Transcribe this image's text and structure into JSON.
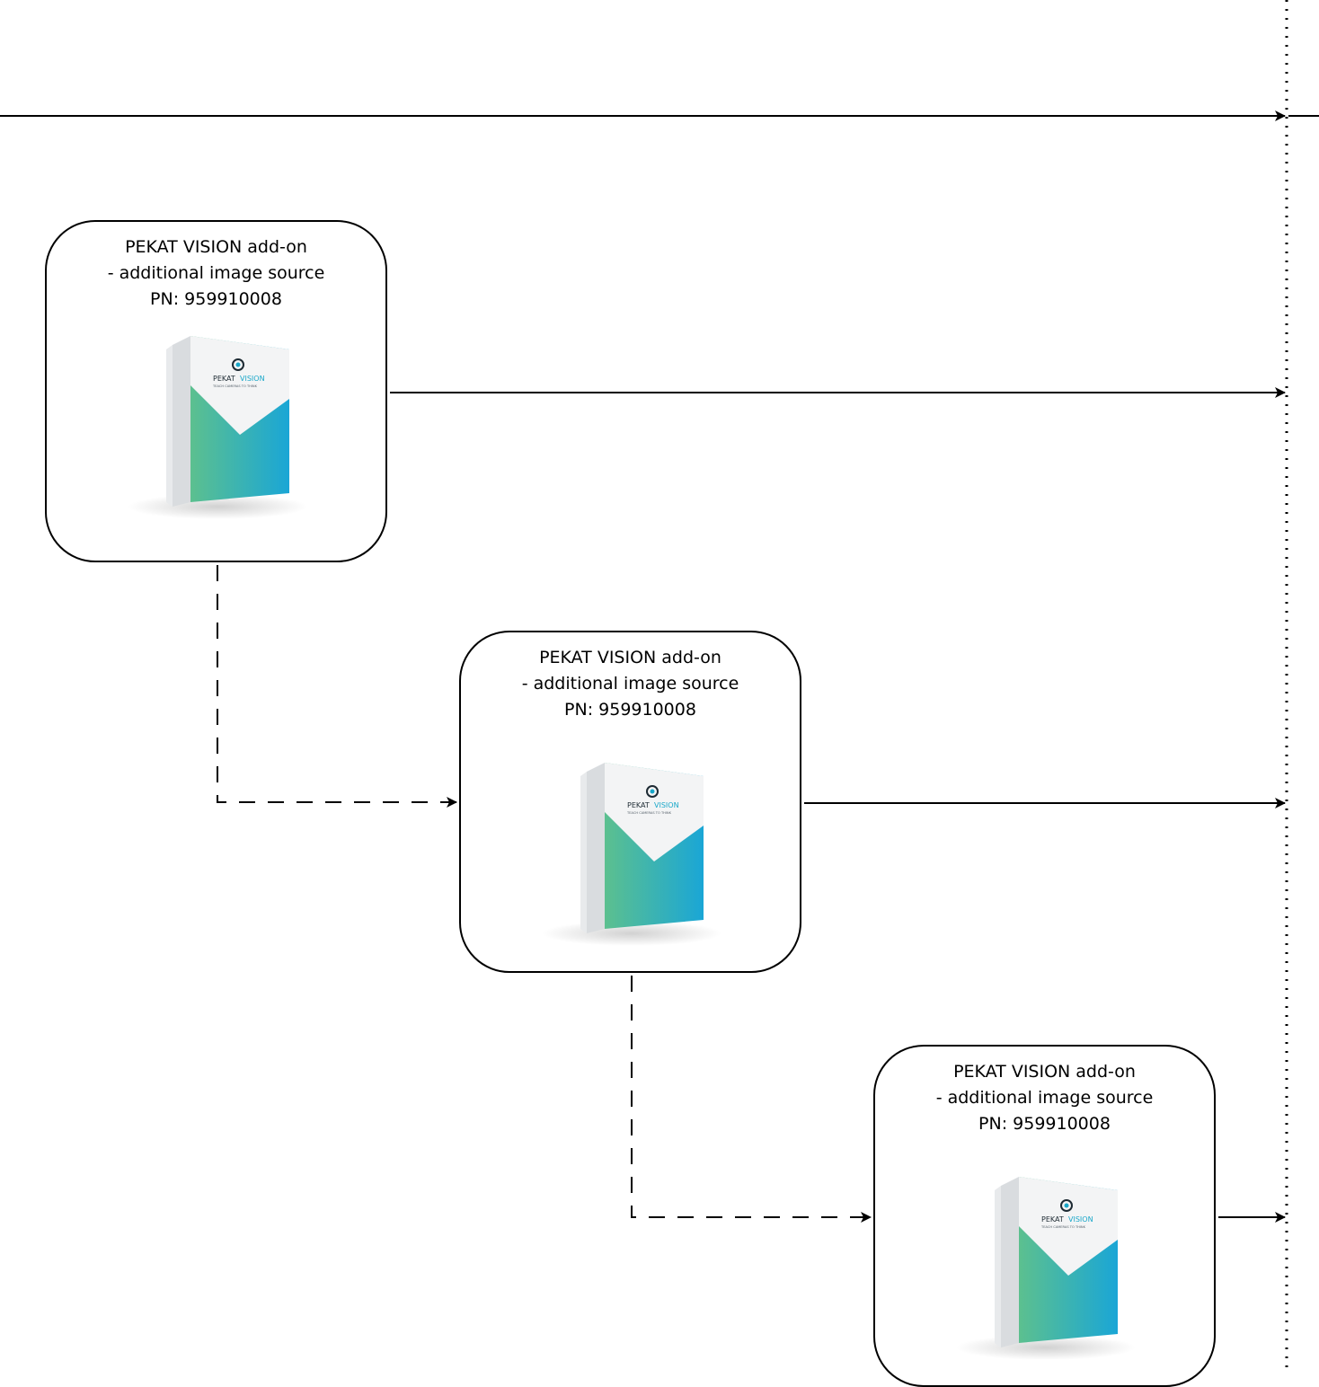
{
  "colors": {
    "stroke": "#000000",
    "background": "#ffffff",
    "box_green": "#4cb98a",
    "box_blue": "#1aa6d6",
    "box_top": "#f2f2f2",
    "logo_dark": "#1d2a33",
    "logo_accent": "#19a7c9"
  },
  "nodes": [
    {
      "line1": "PEKAT  VISION add-on",
      "line2": "- additional image source",
      "line3": "PN: 959910008",
      "image": {
        "icon": "software-box-icon",
        "brand_word1": "PEKAT",
        "brand_word2": "VISION",
        "tagline": "TEACH CAMERAS TO THINK"
      }
    },
    {
      "line1": "PEKAT  VISION add-on",
      "line2": "- additional image source",
      "line3": "PN: 959910008",
      "image": {
        "icon": "software-box-icon",
        "brand_word1": "PEKAT",
        "brand_word2": "VISION",
        "tagline": "TEACH CAMERAS TO THINK"
      }
    },
    {
      "line1": "PEKAT  VISION add-on",
      "line2": "- additional image source",
      "line3": "PN: 959910008",
      "image": {
        "icon": "software-box-icon",
        "brand_word1": "PEKAT",
        "brand_word2": "VISION",
        "tagline": "TEACH CAMERAS TO THINK"
      }
    }
  ],
  "edges": [
    {
      "from": "external-left",
      "to": "target-bus",
      "style": "solid"
    },
    {
      "from": "node-1",
      "to": "target-bus",
      "style": "solid"
    },
    {
      "from": "node-1",
      "to": "node-2",
      "style": "dashed"
    },
    {
      "from": "node-2",
      "to": "target-bus",
      "style": "solid"
    },
    {
      "from": "node-2",
      "to": "node-3",
      "style": "dashed"
    },
    {
      "from": "node-3",
      "to": "target-bus",
      "style": "solid"
    }
  ]
}
